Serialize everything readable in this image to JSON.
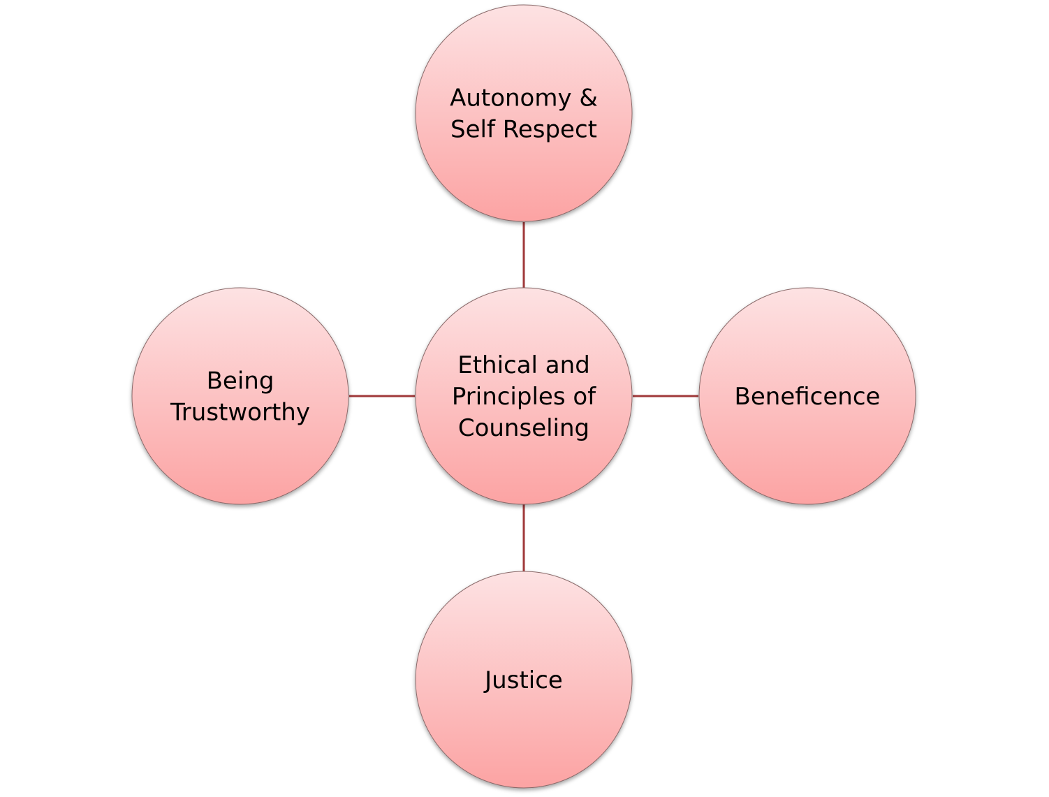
{
  "colors": {
    "connector": "#a0393a",
    "fill_top": "#fde2e3",
    "fill_bottom": "#fca3a3",
    "outline": "#8a6a6a"
  },
  "center": {
    "lines": [
      "Ethical and",
      "Principles of",
      "Counseling"
    ]
  },
  "nodes": {
    "top": {
      "lines": [
        "Autonomy &",
        "Self Respect"
      ]
    },
    "left": {
      "lines": [
        "Being",
        "Trustworthy"
      ]
    },
    "right": {
      "lines": [
        "Beneficence"
      ]
    },
    "bottom": {
      "lines": [
        "Justice"
      ]
    }
  }
}
